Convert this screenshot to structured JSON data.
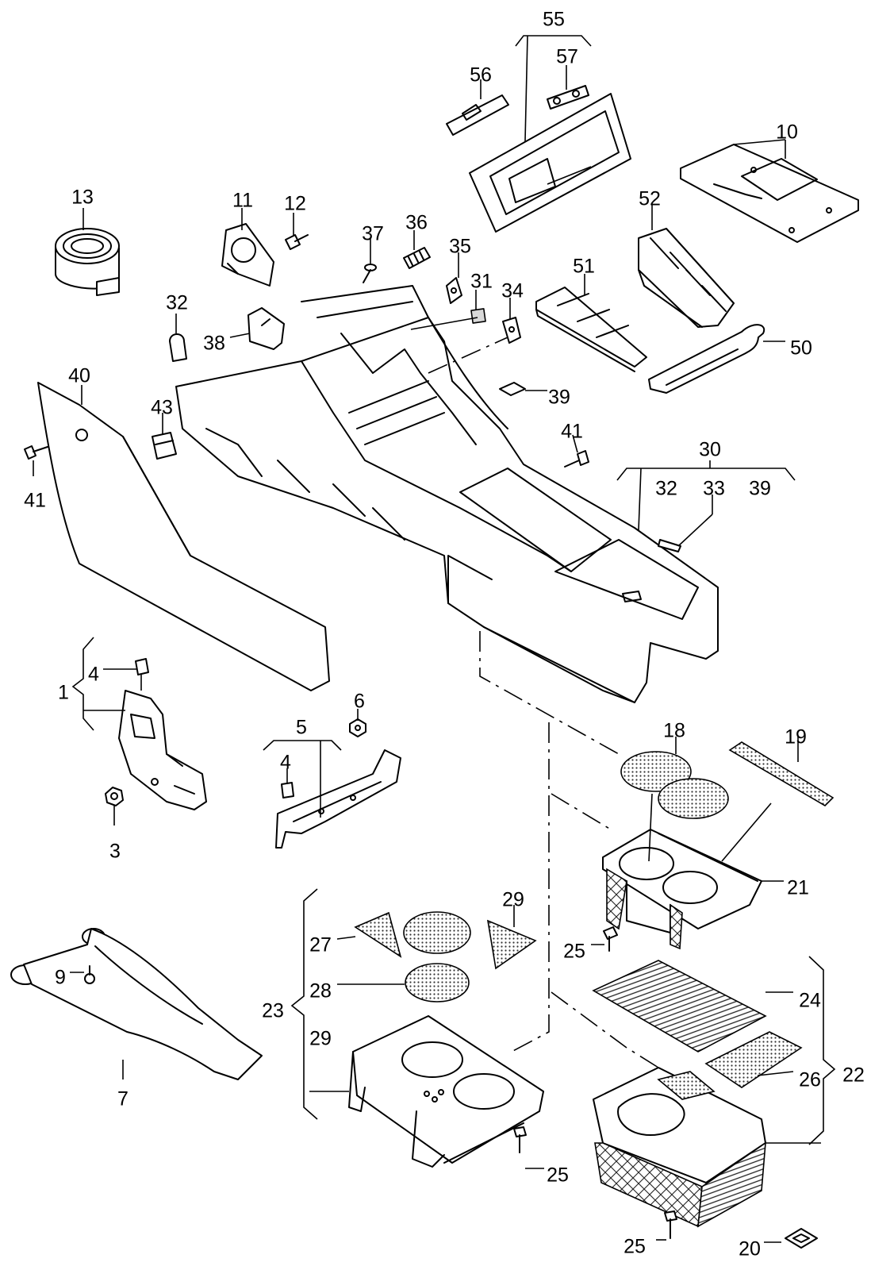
{
  "callouts": [
    {
      "id": "55",
      "text": "55"
    },
    {
      "id": "56",
      "text": "56"
    },
    {
      "id": "57",
      "text": "57"
    },
    {
      "id": "10",
      "text": "10"
    },
    {
      "id": "13",
      "text": "13"
    },
    {
      "id": "11",
      "text": "11"
    },
    {
      "id": "12",
      "text": "12"
    },
    {
      "id": "37",
      "text": "37"
    },
    {
      "id": "36",
      "text": "36"
    },
    {
      "id": "35",
      "text": "35"
    },
    {
      "id": "31",
      "text": "31"
    },
    {
      "id": "34",
      "text": "34"
    },
    {
      "id": "52",
      "text": "52"
    },
    {
      "id": "51",
      "text": "51"
    },
    {
      "id": "50",
      "text": "50"
    },
    {
      "id": "32a",
      "text": "32"
    },
    {
      "id": "38",
      "text": "38"
    },
    {
      "id": "39a",
      "text": "39"
    },
    {
      "id": "40",
      "text": "40"
    },
    {
      "id": "43",
      "text": "43"
    },
    {
      "id": "41a",
      "text": "41"
    },
    {
      "id": "41b",
      "text": "41"
    },
    {
      "id": "30",
      "text": "30"
    },
    {
      "id": "32b",
      "text": "32"
    },
    {
      "id": "33",
      "text": "33"
    },
    {
      "id": "39b",
      "text": "39"
    },
    {
      "id": "1",
      "text": "1"
    },
    {
      "id": "4a",
      "text": "4"
    },
    {
      "id": "3",
      "text": "3"
    },
    {
      "id": "5",
      "text": "5"
    },
    {
      "id": "4b",
      "text": "4"
    },
    {
      "id": "6",
      "text": "6"
    },
    {
      "id": "18",
      "text": "18"
    },
    {
      "id": "19",
      "text": "19"
    },
    {
      "id": "21",
      "text": "21"
    },
    {
      "id": "25a",
      "text": "25"
    },
    {
      "id": "9",
      "text": "9"
    },
    {
      "id": "7",
      "text": "7"
    },
    {
      "id": "27",
      "text": "27"
    },
    {
      "id": "28",
      "text": "28"
    },
    {
      "id": "29a",
      "text": "29"
    },
    {
      "id": "29b",
      "text": "29"
    },
    {
      "id": "23",
      "text": "23"
    },
    {
      "id": "24",
      "text": "24"
    },
    {
      "id": "26",
      "text": "26"
    },
    {
      "id": "22",
      "text": "22"
    },
    {
      "id": "25b",
      "text": "25"
    },
    {
      "id": "25c",
      "text": "25"
    },
    {
      "id": "20",
      "text": "20"
    }
  ]
}
